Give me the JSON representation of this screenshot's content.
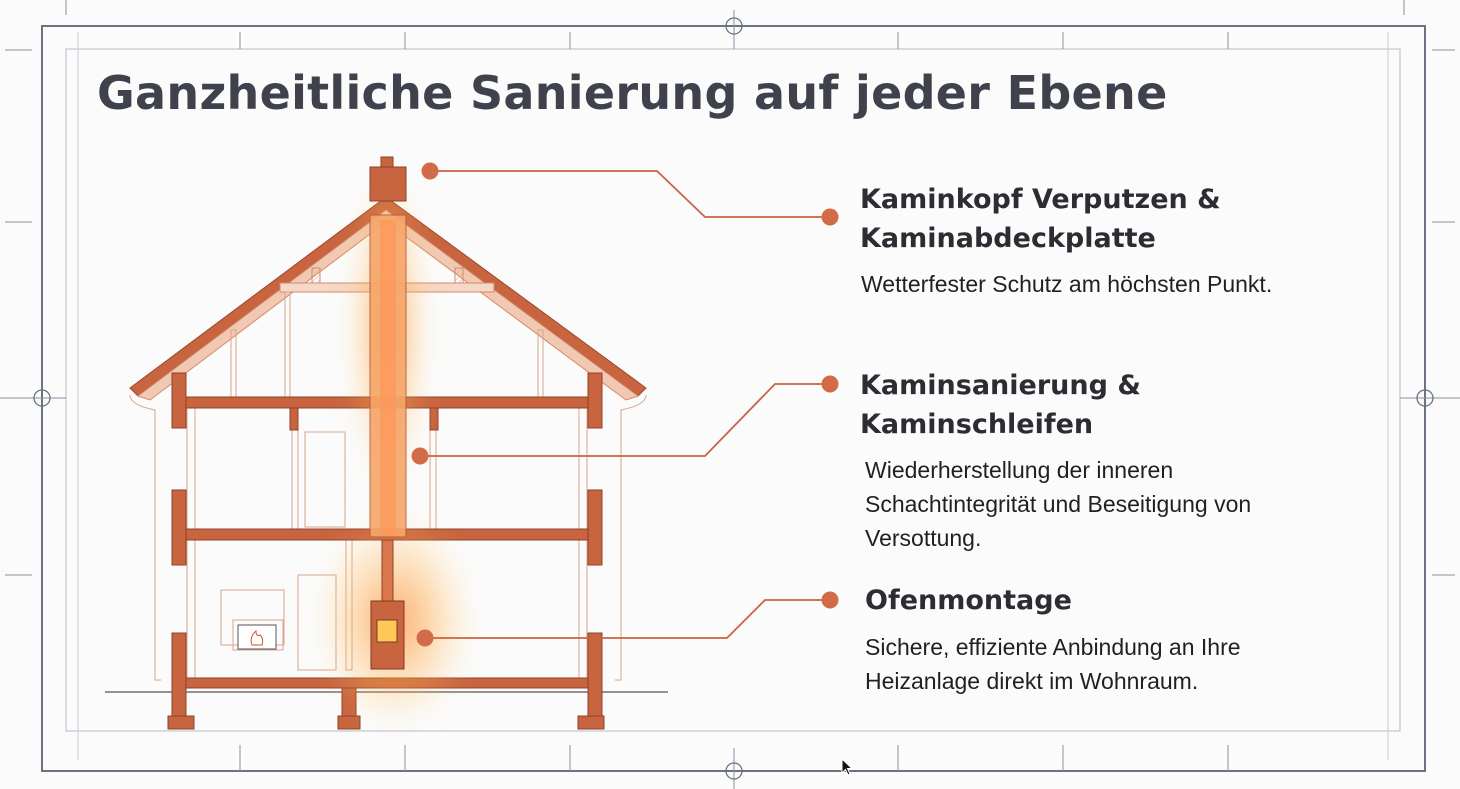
{
  "title": "Ganzheitliche Sanierung auf jeder Ebene",
  "items": [
    {
      "heading_line1": "Kaminkopf Verputzen &",
      "heading_line2": "Kaminabdeckplatte",
      "description": "Wetterfester Schutz am höchsten Punkt."
    },
    {
      "heading_line1": "Kaminsanierung &",
      "heading_line2": "Kaminschleifen",
      "description_line1": "Wiederherstellung der inneren",
      "description_line2": "Schachtintegrität und Beseitigung von",
      "description_line3": "Versottung."
    },
    {
      "heading_line1": "Ofenmontage",
      "description_line1": "Sichere, effiziente Anbindung an Ihre",
      "description_line2": "Heizanlage direkt im Wohnraum."
    }
  ],
  "colors": {
    "accent": "#c8643f",
    "text": "#3f424d",
    "frame": "#6b7282"
  }
}
